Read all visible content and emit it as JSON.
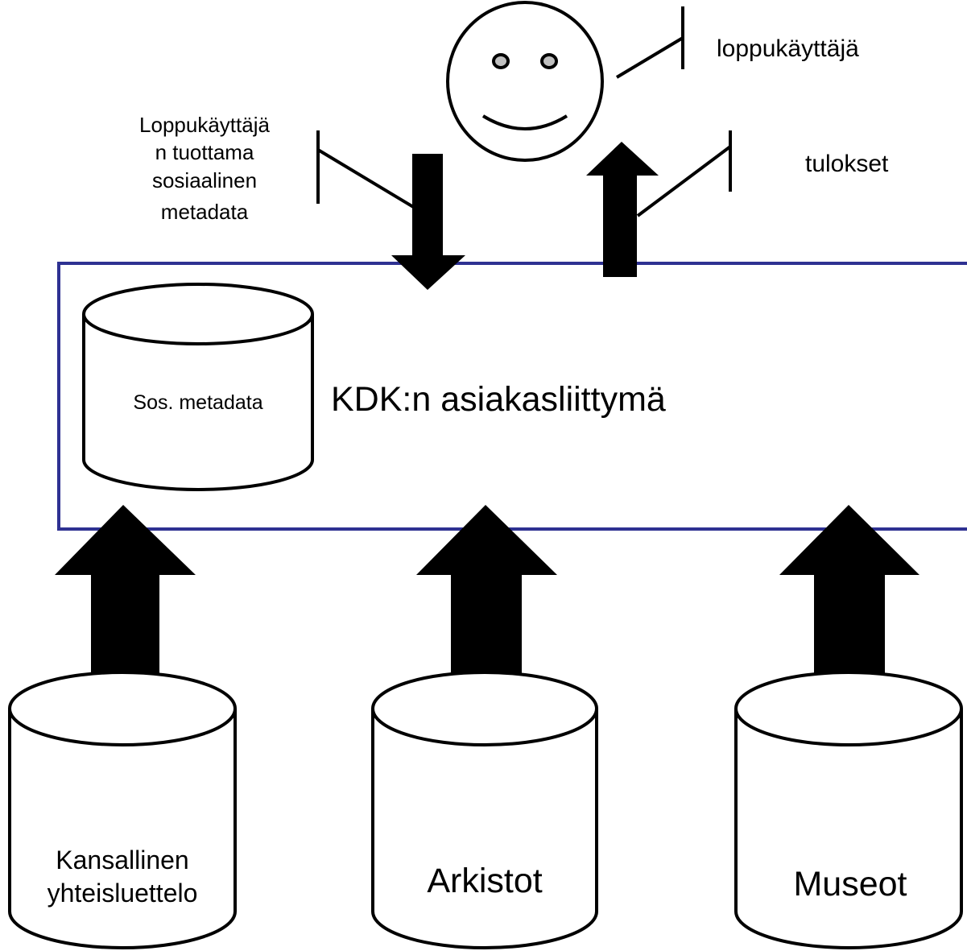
{
  "labels": {
    "end_user": "loppukäyttäjä",
    "user_metadata_line1": "Loppukäyttäjä",
    "user_metadata_line2": "n tuottama",
    "user_metadata_line3": "sosiaalinen",
    "user_metadata_line4": "metadata",
    "results": "tulokset",
    "interface": "KDK:n asiakasliittymä",
    "social_metadata_db": "Sos. metadata",
    "union_catalog_line1": "Kansallinen",
    "union_catalog_line2": "yhteisluettelo",
    "archives": "Arkistot",
    "museums": "Museot"
  },
  "colors": {
    "interface_border": "#2e3192",
    "stroke": "#000000",
    "eye_fill": "#c0c0c0"
  }
}
